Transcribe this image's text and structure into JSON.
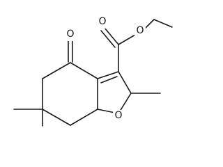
{
  "molecule": {
    "atoms": {
      "ketone_oxygen": "O",
      "ester_carbonyl_oxygen": "O",
      "ester_ether_oxygen": "O",
      "furan_oxygen": "O"
    },
    "colors": {
      "bond": "#1a1a1a",
      "label": "#1a1a1a",
      "background": "#ffffff"
    }
  }
}
